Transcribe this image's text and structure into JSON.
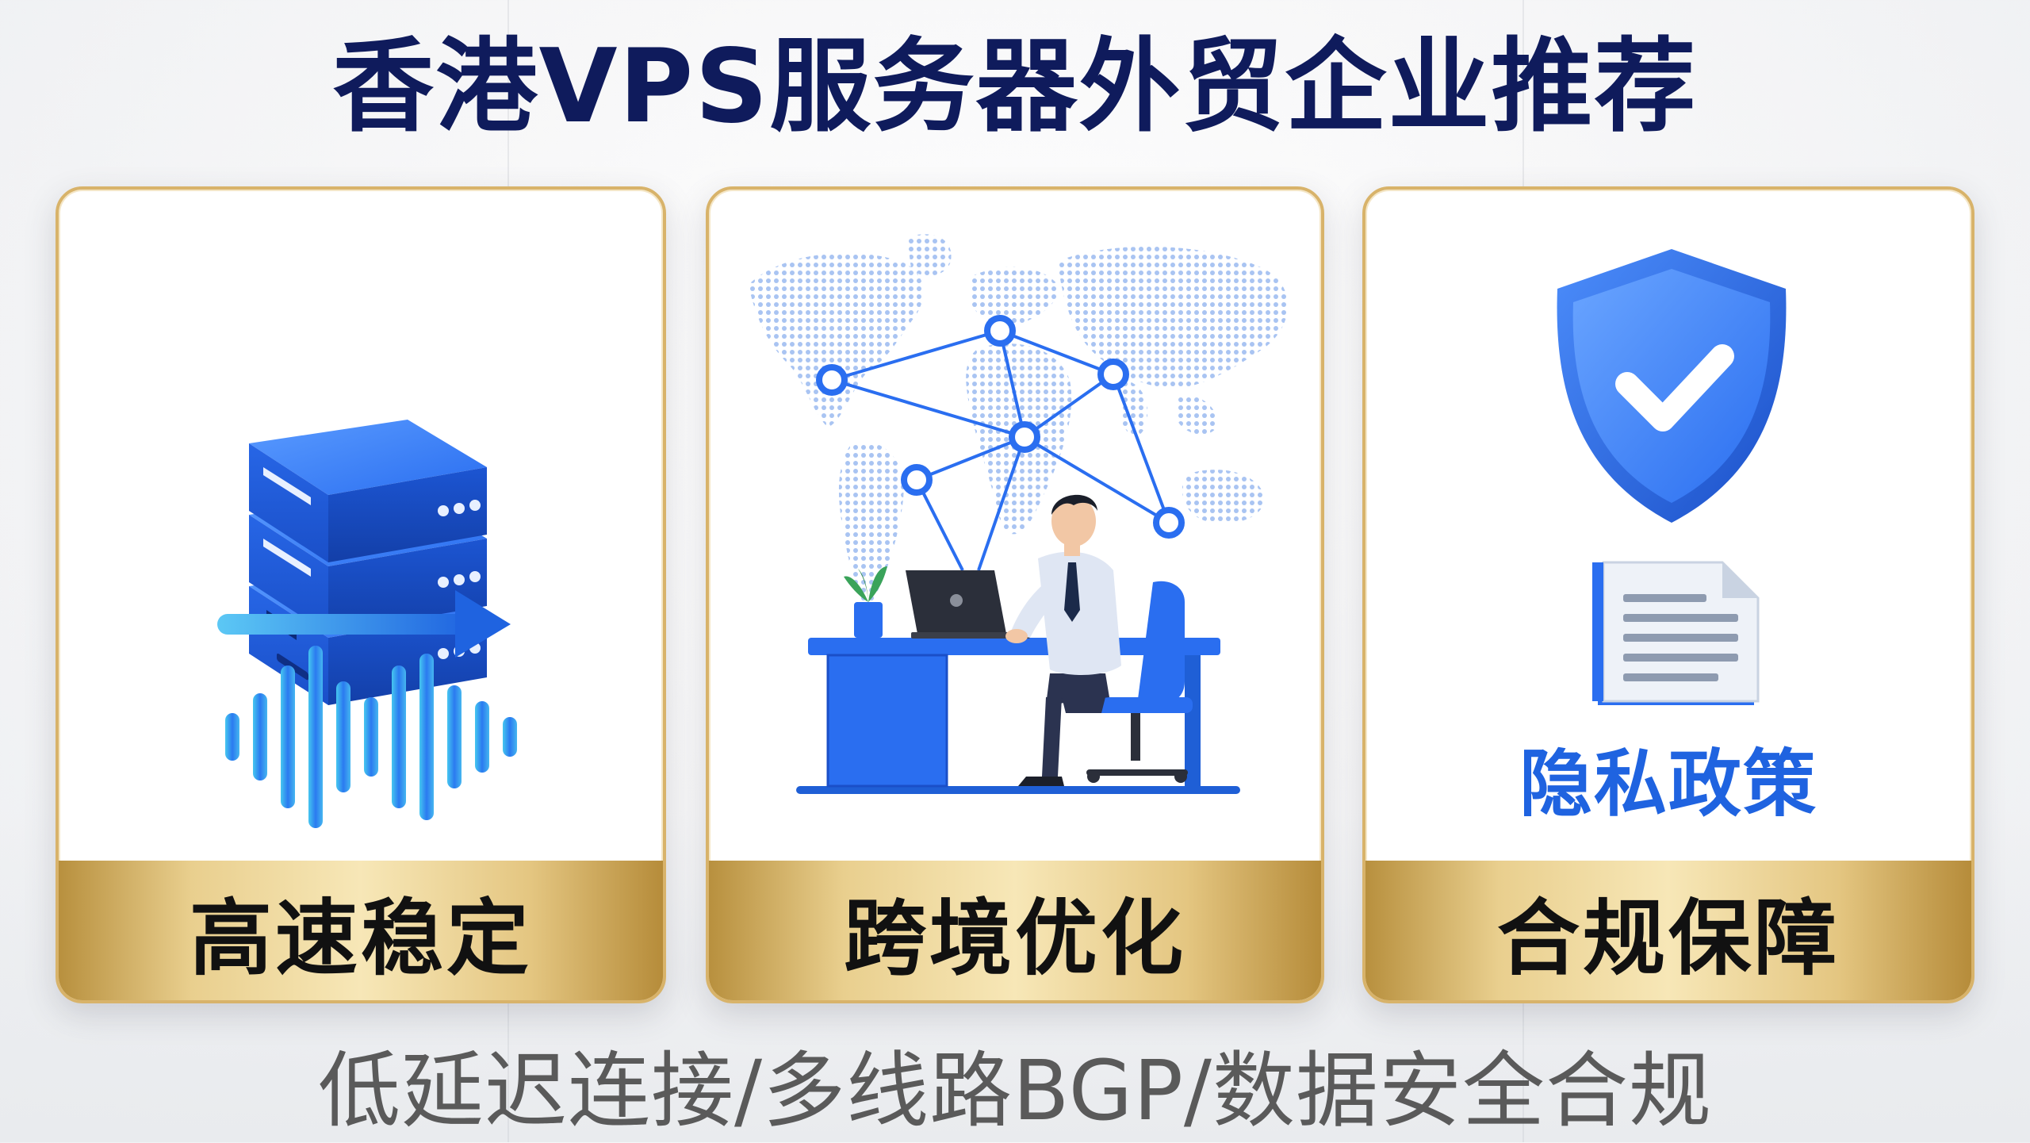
{
  "title": "香港VPS服务器外贸企业推荐",
  "cards": [
    {
      "label": "高速稳定",
      "icons": [
        "server-stack-icon",
        "arrow-right-icon",
        "sound-wave-icon"
      ]
    },
    {
      "label": "跨境优化",
      "icons": [
        "world-map-icon",
        "network-nodes-icon",
        "person-at-desk-icon"
      ]
    },
    {
      "label": "合规保障",
      "icons": [
        "shield-check-icon",
        "document-icon"
      ],
      "doc_text": "隐私政策"
    }
  ],
  "subtitle": "低延迟连接/多线路BGP/数据安全合规",
  "colors": {
    "title": "#0f1b5c",
    "accent_blue": "#1f63e0",
    "gold": "#d8b36a",
    "subtitle": "#5a5a5a"
  }
}
